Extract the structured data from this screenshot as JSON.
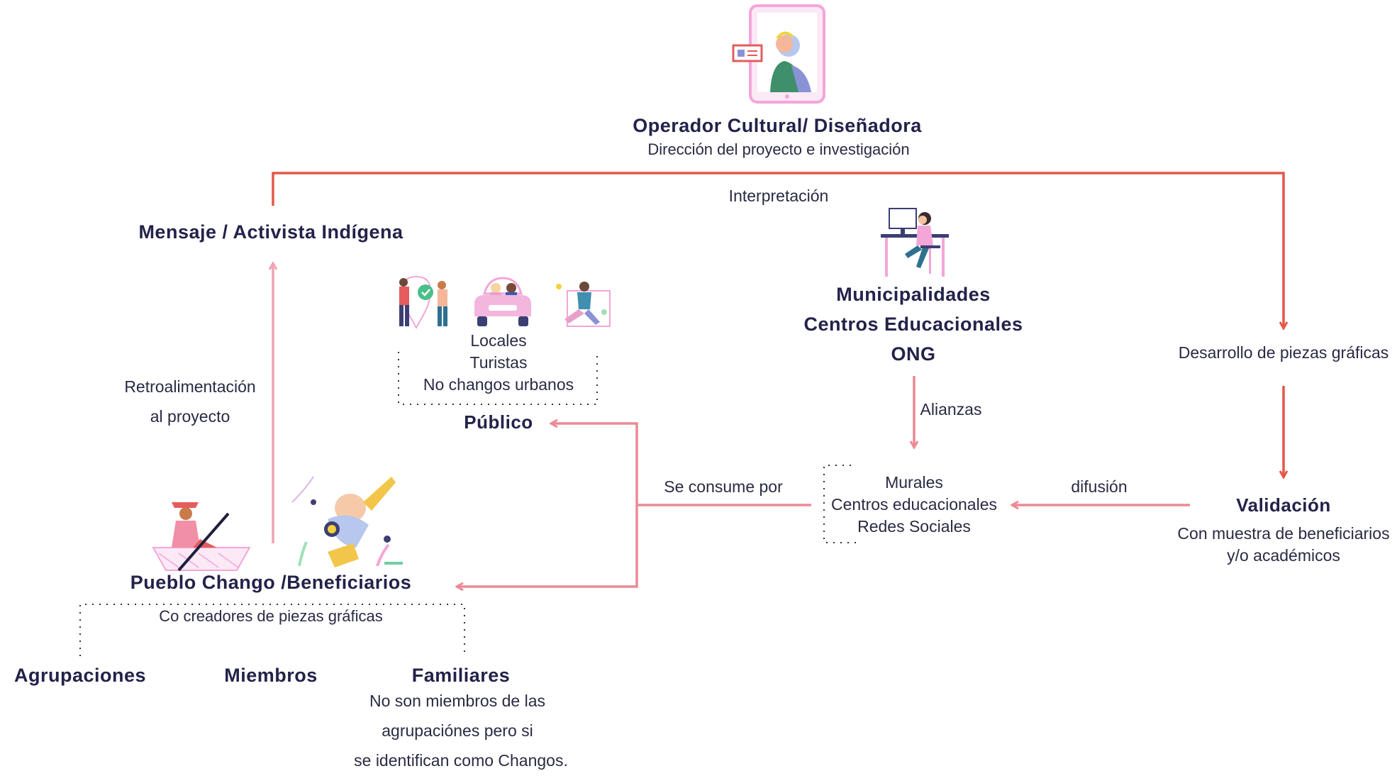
{
  "operator": {
    "title": "Operador Cultural/ Diseñadora",
    "subtitle": "Dirección del proyecto e investigación"
  },
  "interpretation_label": "Interpretación",
  "mensaje": {
    "title": "Mensaje / Activista Indígena"
  },
  "feedback": {
    "line1": "Retroalimentación",
    "line2": "al proyecto"
  },
  "audience": {
    "items": [
      "Locales",
      "Turistas",
      "No changos urbanos"
    ],
    "title": "Público"
  },
  "partners": {
    "line1": "Municipalidades",
    "line2": "Centros Educacionales",
    "line3": "ONG"
  },
  "alliances_label": "Alianzas",
  "development": {
    "label": "Desarrollo de piezas gráficas"
  },
  "validation": {
    "title": "Validación",
    "line1": "Con muestra de beneficiarios",
    "line2": "y/o académicos"
  },
  "channels": {
    "items": [
      "Murales",
      "Centros educacionales",
      "Redes Sociales"
    ]
  },
  "diffusion_label": "difusión",
  "consumed_label": "Se consume por",
  "beneficiaries": {
    "title": "Pueblo Chango /Beneficiarios",
    "subtitle": "Co creadores de piezas gráficas"
  },
  "groups": {
    "agrupaciones": "Agrupaciones",
    "miembros": "Miembros",
    "familiares": "Familiares",
    "familiares_note": [
      "No son miembros de las",
      "agrupaciónes pero si",
      "se identifican como Changos."
    ]
  },
  "colors": {
    "main_arrow": "#e4574a",
    "secondary_arrow": "#ec8a95",
    "feedback_arrow": "#f0a3b5",
    "dark_text": "#22224a",
    "illustration_pink": "#f3a6d8"
  },
  "icons": {
    "operator": "designer-on-tablet-icon",
    "partners": "person-at-desk-icon",
    "audience": [
      "locals-icon",
      "tourists-car-icon",
      "urban-person-icon"
    ],
    "beneficiaries": [
      "fisherman-boat-icon",
      "diver-icon"
    ]
  }
}
